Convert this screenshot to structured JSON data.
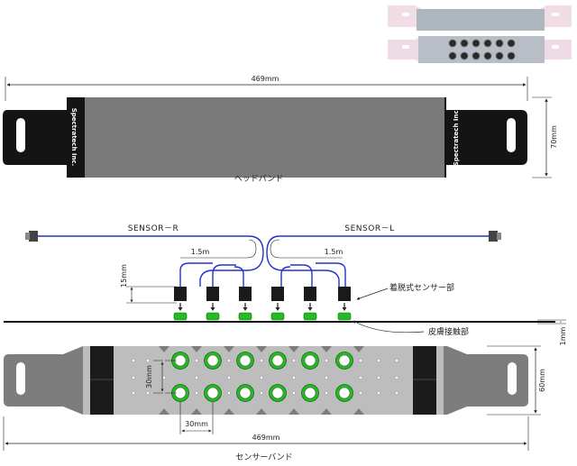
{
  "dimensions": {
    "headband_length": "469mm",
    "headband_height": "70mm",
    "sensorband_length": "469mm",
    "sensorband_height": "60mm",
    "cable_length_right": "1.5m",
    "cable_length_left": "1.5m",
    "sensor_height": "15mm",
    "sensor_pitch_vertical": "30mm",
    "sensor_pitch_horizontal": "30mm",
    "gap": "1mm"
  },
  "labels": {
    "headband": "ヘッドバンド",
    "sensorband": "センサーバンド",
    "sensor_right": "SENSOR－R",
    "sensor_left": "SENSOR－L",
    "detachable_sensor": "着脱式センサー部",
    "skin_contact": "皮膚接触部"
  },
  "brand": {
    "name": "Spectratech Inc."
  },
  "colors": {
    "band_black": "#141414",
    "band_gray": "#7a7a7a",
    "sensor_panel": "#bdbdbd",
    "cable_blue": "#2233cc",
    "contact_green": "#22bb22"
  }
}
